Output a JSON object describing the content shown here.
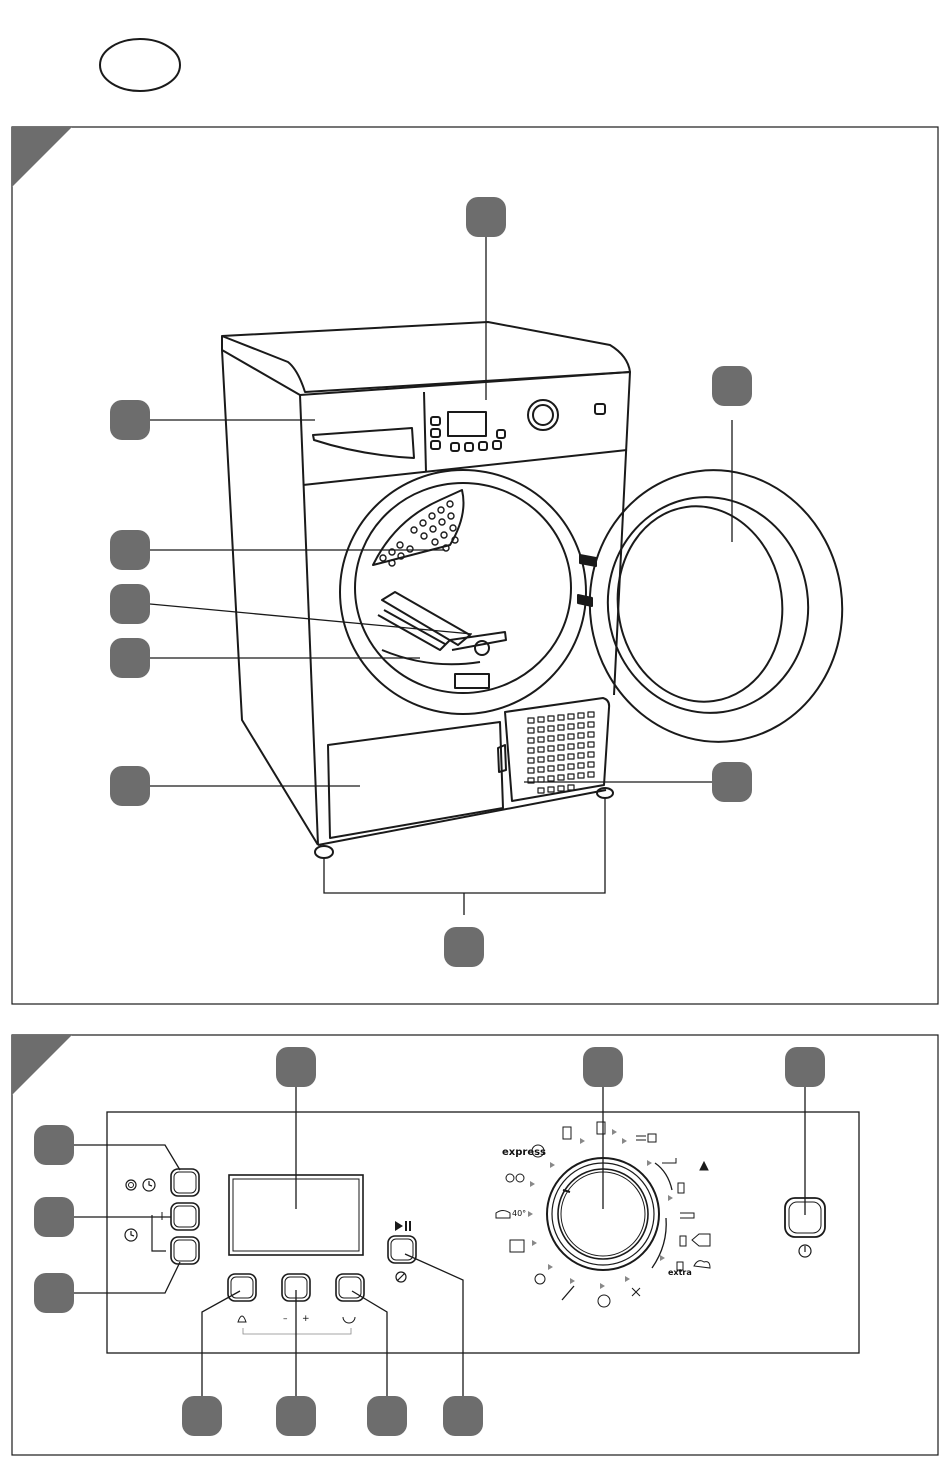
{
  "colors": {
    "line": "#1a1a1a",
    "callout": "#6d6d6d",
    "corner": "#6d6d6d",
    "background": "#ffffff"
  },
  "panel_labels": {
    "express": "express",
    "temp": "40°",
    "extra": "extra",
    "minus": "–",
    "plus": "+"
  }
}
